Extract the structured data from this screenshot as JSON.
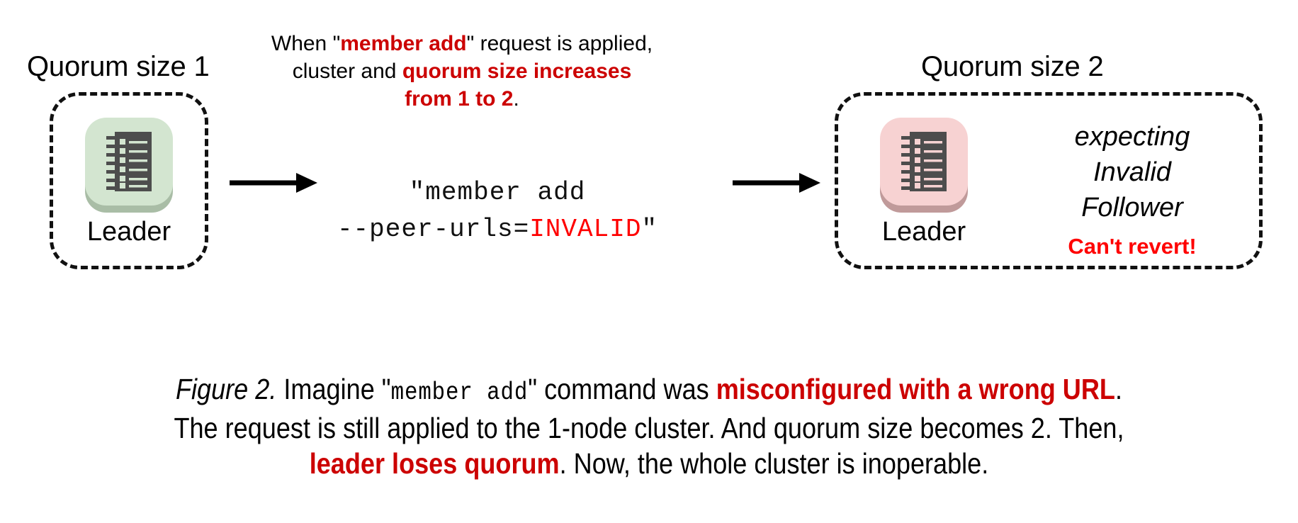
{
  "figure": {
    "background": "#ffffff",
    "accent_dark_red": "#cc0000",
    "accent_bright_red": "#ff0000"
  },
  "left_cluster": {
    "title": "Quorum size 1",
    "node": {
      "label": "Leader",
      "icon": "server-rack-icon",
      "plate_color": "#d3e5d0",
      "shadow_color": "#a9bda6",
      "rack_color": "#4d4d4d"
    }
  },
  "right_cluster": {
    "title": "Quorum size 2",
    "node": {
      "label": "Leader",
      "icon": "server-rack-icon",
      "plate_color": "#f7d2d2",
      "shadow_color": "#c09a9a",
      "rack_color": "#4d4d4d"
    },
    "expecting_note": {
      "line1": "expecting",
      "line2": "Invalid",
      "line3": "Follower"
    },
    "warning": "Can't revert!"
  },
  "top_note": {
    "l1_a": "When \"",
    "l1_b": "member add",
    "l1_c": "\" request is applied,",
    "l2_a": "cluster and ",
    "l2_b": "quorum size increases",
    "l3_a": "from 1 to 2",
    "l3_b": "."
  },
  "command": {
    "line1": "\"member add",
    "line2_a": "--peer-urls=",
    "line2_b": "INVALID",
    "line2_c": "\""
  },
  "arrows": {
    "left_arrow": "arrow-right-icon",
    "right_arrow": "arrow-right-icon"
  },
  "caption": {
    "line1_figno": "Figure 2.",
    "line1_a": " Imagine \"",
    "line1_code": "member add",
    "line1_b": "\" command was ",
    "line1_hl": "misconfigured with a wrong URL",
    "line1_c": ".",
    "line2": "The request is still applied to the 1-node cluster. And quorum size becomes 2. Then,",
    "line3_hl": "leader loses quorum",
    "line3_a": ". Now, the whole cluster is inoperable."
  }
}
